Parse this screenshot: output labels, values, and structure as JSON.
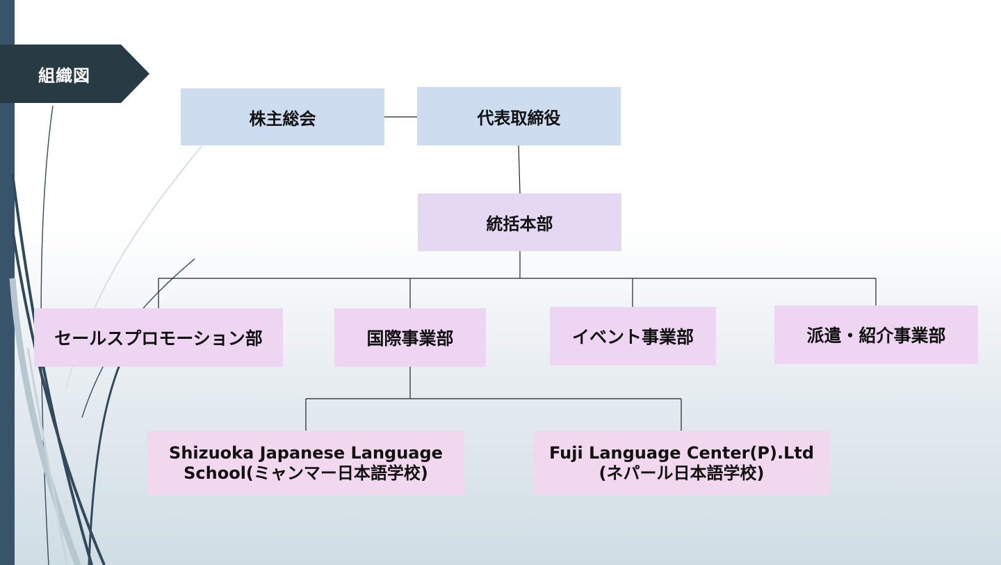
{
  "slide": {
    "title": "組織図"
  },
  "org": {
    "shareholders": "株主総会",
    "ceo": "代表取締役",
    "hq": "統括本部",
    "departments": [
      "セールスプロモーション部",
      "国際事業部",
      "イベント事業部",
      "派遣・紹介事業部"
    ],
    "schools": [
      {
        "line1": "Shizuoka Japanese Language",
        "line2": "School(ミャンマー日本語学校)"
      },
      {
        "line1": "Fuji Language Center(P).Ltd",
        "line2": "(ネパール日本語学校)"
      }
    ]
  },
  "colors": {
    "sidebar": "#37546a",
    "title_tab": "#283b44",
    "top_box": "#cddcef",
    "hq_box": "#e4d8f2",
    "dept_box": "#eed6f3",
    "school_box": "#f2d8ef"
  }
}
